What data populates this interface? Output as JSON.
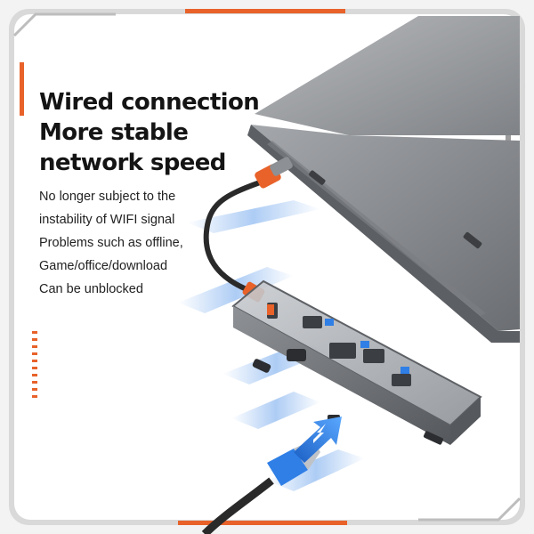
{
  "headline": [
    "Wired connection",
    "More stable",
    "network speed"
  ],
  "body_lines": [
    "No longer subject to the",
    "instability of WIFI signal",
    "Problems such as offline,",
    "Game/office/download",
    "Can be unblocked"
  ],
  "colors": {
    "accent_orange": "#e8622a",
    "frame_grey": "#d4d4d4",
    "laptop_grey": "#9a9ca0",
    "hub_grey": "#6d7074",
    "arrow_blue": "#2f7fe6"
  },
  "icons": [
    "double-chevron-left-icon",
    "lightning-icon"
  ]
}
